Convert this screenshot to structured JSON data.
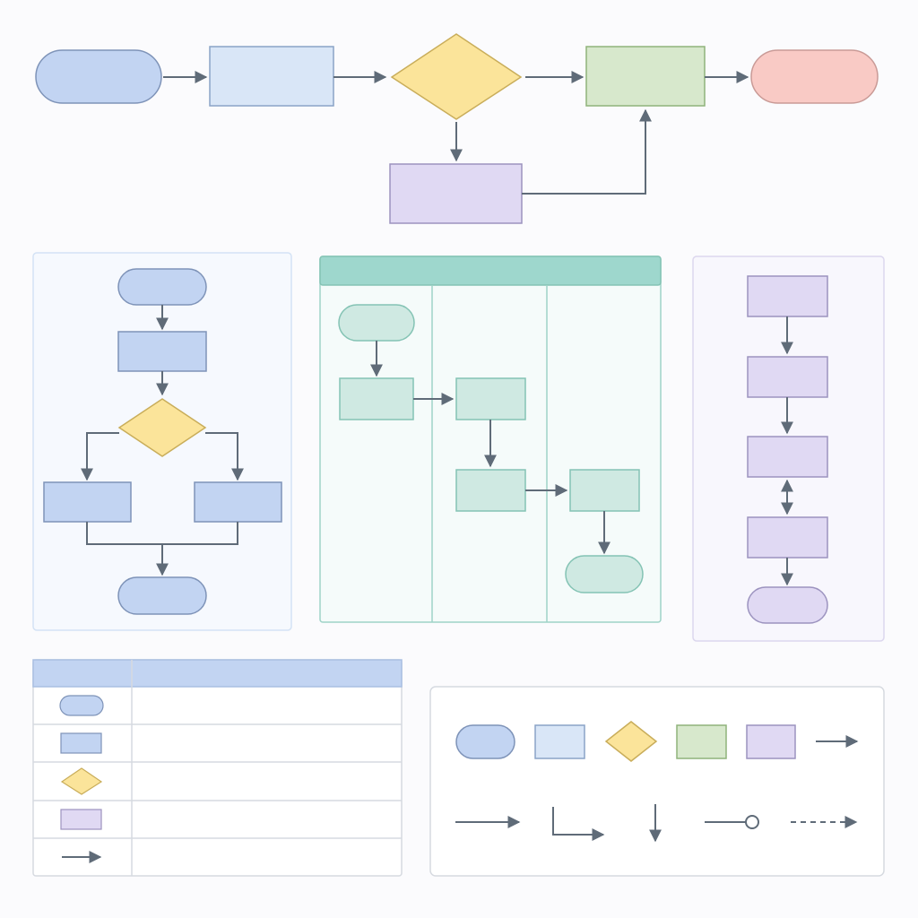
{
  "palette": {
    "stroke": "#5f6b78",
    "blue_fill": "#c2d4f2",
    "blue_stroke": "#7e93b8",
    "lightblue_fill": "#d9e6f7",
    "lightblue_stroke": "#8aa3c7",
    "yellow_fill": "#fbe49a",
    "yellow_stroke": "#c9ad5a",
    "green_fill": "#d7e8cc",
    "green_stroke": "#8fb37b",
    "red_fill": "#f9cac5",
    "red_stroke": "#c99a96",
    "purple_fill": "#e0d9f3",
    "purple_stroke": "#9c93bf",
    "teal_fill": "#cfe9e2",
    "teal_stroke": "#84c3b4",
    "teal_header": "#9ed7cd"
  },
  "main_flow": {
    "nodes": [
      "start-terminal",
      "process-box",
      "decision-diamond",
      "result-box",
      "end-terminal",
      "branch-box"
    ],
    "text": []
  },
  "panels": {
    "vertical_flowchart": {
      "title": ""
    },
    "swimlane": {
      "title": "",
      "lanes": [
        "",
        "",
        ""
      ]
    },
    "sequence": {
      "title": ""
    }
  },
  "legend_table": {
    "header": [
      "",
      ""
    ],
    "rows": [
      {
        "symbol": "terminal-icon",
        "description": ""
      },
      {
        "symbol": "process-icon",
        "description": ""
      },
      {
        "symbol": "decision-icon",
        "description": ""
      },
      {
        "symbol": "subprocess-icon",
        "description": ""
      },
      {
        "symbol": "arrow-icon",
        "description": ""
      }
    ]
  },
  "symbol_palette": {
    "shapes": [
      "terminal-icon",
      "process-icon",
      "decision-icon",
      "data-icon",
      "subprocess-icon",
      "arrow-icon"
    ],
    "connectors": [
      "straight-arrow-icon",
      "elbow-arrow-icon",
      "down-arrow-icon",
      "circle-end-connector-icon",
      "dashed-arrow-icon"
    ]
  }
}
